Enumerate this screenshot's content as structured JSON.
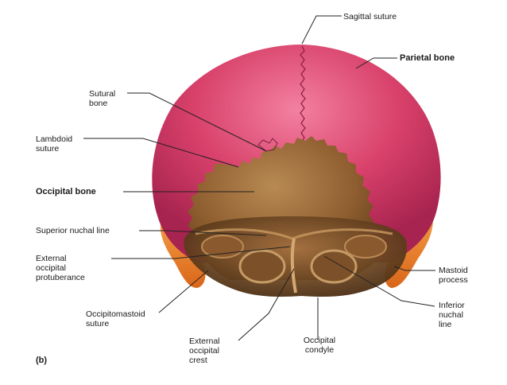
{
  "figure_letter": "(b)",
  "labels": {
    "sagittal_suture": [
      "Sagittal suture"
    ],
    "parietal_bone": [
      "Parietal bone"
    ],
    "sutural_bone": [
      "Sutural",
      "bone"
    ],
    "lambdoid_suture": [
      "Lambdoid",
      "suture"
    ],
    "occipital_bone": [
      "Occipital bone"
    ],
    "superior_nuchal_line": [
      "Superior nuchal line"
    ],
    "external_occipital_protuberance": [
      "External",
      "occipital",
      "protuberance"
    ],
    "occipitomastoid_suture": [
      "Occipitomastoid",
      "suture"
    ],
    "external_occipital_crest": [
      "External",
      "occipital",
      "crest"
    ],
    "occipital_condyle": [
      "Occipital",
      "condyle"
    ],
    "mastoid_process": [
      "Mastoid",
      "process"
    ],
    "inferior_nuchal_line": [
      "Inferior",
      "nuchal",
      "line"
    ]
  },
  "colors": {
    "parietal": "#d8416a",
    "parietal_highlight": "#f07898",
    "occipital": "#9a6a38",
    "occipital_dark": "#6e4520",
    "mastoid": "#f08a2a",
    "leader": "#222222"
  }
}
